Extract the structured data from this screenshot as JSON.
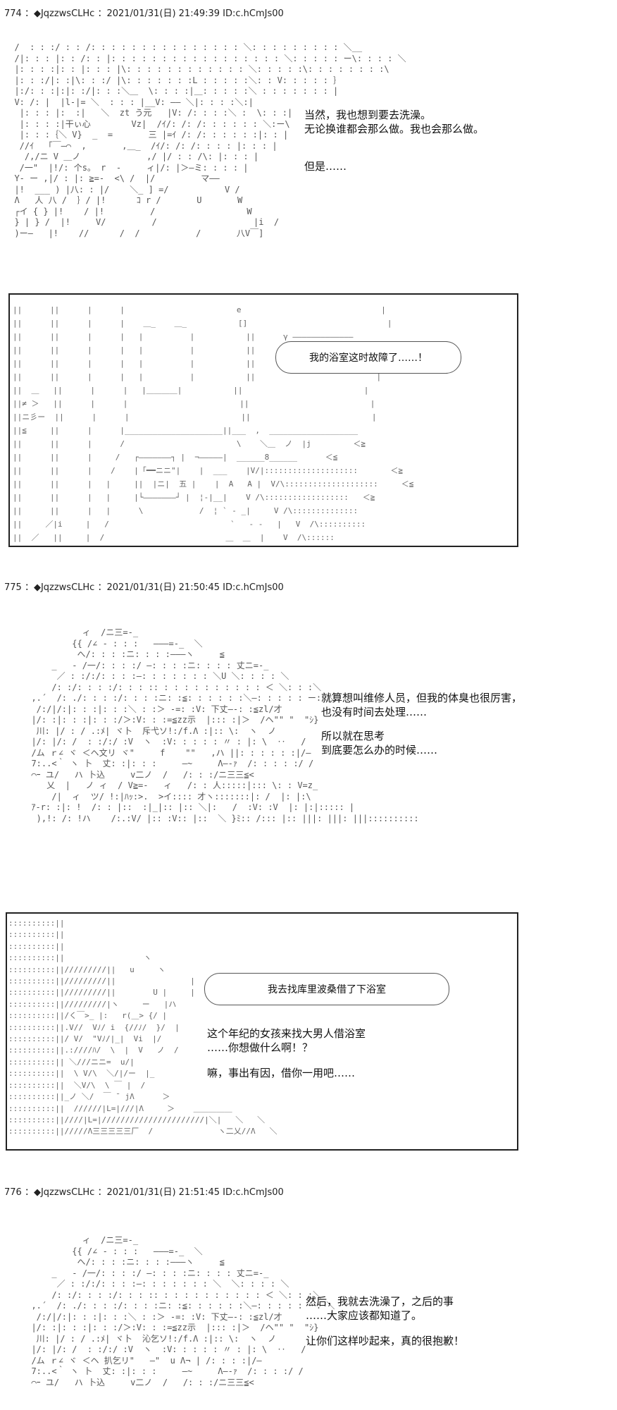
{
  "posts": [
    {
      "header": "774 ：◆JqzzwsCLHc ：2021/01/31(日) 21:49:39 ID:c.hCmJs00",
      "lines": [
        "当然，我也想到要去洗澡。",
        "无论换谁都会那么做。我也会那么做。",
        "但是……"
      ],
      "bubble": "我的浴室这时故障了……！",
      "art_top": "  /  : : :/ : : /: : : : : : : : : : : : : : : ＼: : : : : : : : : ＼__\n  /|: : : |: : /: : |: : : : : : : : : : : : : : : : : ＼: : : : : ー\\: : : : ＼\n  |: : : :|: : |: : : |\\: : : : : : : : : : : : ＼: : : : :\\: : : : : : : :\\\n  |: : :/|: :|\\: : :/ |\\: : : : : : :L : : : : :＼: : V: : : : : ｝\n  |:/: : :|:|: :/|: : :＼＿  \\: : : :|＿: : : : :＼ : : : : : : : |\n  V: /: |  |l-|= ＼  : : : |__V: ―― ＼|: : : :＼:|\n   |: : : |:  :|   ＼  zt う元   |V: /: : : :＼ :  \\: : :|\n   |: : : :|干ぃ心        Vz|  /ｲ/: /: /: : : : : : ＼:ー\\\n   |: : :｛＼ V}  _  =       三 |=ｲ /: /: : : : : :|: : |\n   //ｲ  「￣―⌒  ,       ,＿_  /ｲ/: /: /: : : : |: : : |\n    /,/ニ V ＿ノ             ,/ |/ : : /\\: |: : : |\n   /一\"  |!/: 个s。 r  -     ィ|/: |＞―ミ: : : : |\n  Y- ー ,|/ : |: ≧=-  <\\ /  |/         マ――\n  |!  ___ ) |八: : |/    ＼_ ] =/           V /\n  Λ   人 八 /  ｝/ |!      ｺ r /       U       W\n  ┌イ { } |!    / |!         /                  W\n  } | } /  |!     V/         /                   |i  /\n  )ー―   |!    //      /  /           /       八V￣]",
      "art_panel": "||      ||      |      |                        e                              |\n||      ||      |      |    ＿_    ＿_           []                              |\n||      ||      |      |   |          |           ||      γ ―――――――――――――\n||      ||      |      |   |          |           ||     (                          )\n||      ||      |      |   |          |           ||     乂 ―――――――――――――\n||      ||      |      |   |          |           ||                          |\n||  ＿   ||      |      |   |＿＿＿＿|           ||                          |\n||≠ ＞   ||      |      |                        ||                          |\n||ニ彡ー  ||      |      |                        ||                          |\n||≦     ||      |      |_____________________||___  ,  ___________________\n||      ||      |      /                        \\    ＼＿  ノ  |j         ＜≧\n||      ||      |     /   ┌―――――――┐ |  ¬―――――|  ______8______      ＜≦\n||      ||      |    /    |「━━ニニ\"|    |  ___    |V/|::::::::::::::::::::       ＜≧\n||      ||      |   |     ||  |ニ|  五 |    |  A   A |  V/\\::::::::::::::::::::     ＜≦\n||      ||      |   |     |└―――――――┘ |  ¦-|__|    V /\\::::::::::::::::::   ＜≧\n||      ||      |   |      \\            /  ¦ ` - _|     V /\\::::::::::::::\n||     ／|i     |   /                          `   - -   |   V  /\\::::::::::\n||  ／   ||     |  /                          ＿  ＿  |    V  /\\::::::"
    },
    {
      "header": "775 ：◆JqzzwsCLHc ：2021/01/31(日) 21:50:45 ID:c.hCmJs00",
      "lines": [
        "就算想叫维修人员，但我的体臭也很厉害，",
        "也没有时间去处理……",
        "所以就在思考",
        "到底要怎么办的时候……"
      ],
      "bubble": "我去找库里波桑借了下浴室",
      "lines2": [
        "这个年纪的女孩来找大男人借浴室",
        "……你想做什么啊！？",
        "嘛，事出有因，借你一用吧……"
      ],
      "art_girl": "            ィ  /ニ三=-_\n          {{ /∠ - : : :   ―――=-_  ＼\n           へ/: : : :ニ: : : :―――ヽ     ≦\n      _   - /一/: : : :/ ―: : : :ニ: : : : 丈ニ=-_\n       ／ : :/:/: : : :―: : : : : : : ＼U ＼: : : : ＼\n      /: :/: : : :/: : : :: : : : : : : : : : : ＜ ＼: : :＼\n  ,.´  /: ./: : : :/: : : :ニ: :≦: : : : : :＼―: : : : : ー: ＼\n   /:/|/:|: : :|: : :＼ : :＞ -=: :V: 下丈―-: :≦zl/才\n  |/: :|: : :|: : :/＞:V: : :=≦zz示  |::: :|＞  /ヘ\"\" \"  \"ｼ}\n   川: |/ : / .:ﾒ| ヾ卜  斥弋ソ!:/f.Λ :|:: \\:  ヽ  ノ\n  |/: |/: /  : :/:/ :V  ヽ  :V: : : : : 〃 : |: \\  ‥   /\n  /ム ｒ∠ ヾ ＜ヘ文リ ヾ\"     f    \"\"   ,ハ ||: : : : : :|/―\n  7:..<｀ ヽ 卜  丈: :|: : :     ―~     Λ―-ｧ  /: : : : :/ /\n  ⌒ｰ ユ/   ハ 卜込     v二ノ  /   /: : :/ニ三三≦<\n     乂  |   ノ ィ  / V≧=-   ィ   /: : 人:::::|::: \\: : V=z_\n      /|  ィ  ツ/ !:|ﾊｯ:>.  >イ:::: 才ヽ:::::::|: /  |: |:\\\n  ｱ-r: :|: !  /: : |::  :|_|:: |:: ＼|:   /  :V: :V  |: |:|::::: |\n   ),!: /: !ハ    /:.:V/ |:: :V:: |::  ＼ }ﾐ:: /::: |:: |||: |||: |||::::::::::",
      "art_side": "::::::::::||\n::::::::::||\n::::::::::||\n::::::::::||                 ヽ\n::::::::::||/////////||   u     ヽ\n::::::::::||/////////||                |\n::::::::::||/////////||        U |     |\n::::::::::||/////////|ヽ     ー   |ハ\n::::::::::||/く￣>_ |:   r(＿> {/ |\n::::::::::||.V//  Vﾉ/ i  {//ﾉ/  }/  |\n::::::::::||/ V/  \"Vﾉ/|_|  Vi  |/\n::::::::::||.:////ﾊ/  \\  |  V   ノ  /\n::::::::::|| ＼///ニニ=  u/|\n::::::::::||  \\ V/\\  ＼/|/ー  |_\n::::::::::||  ＼V/\\  \\ ￣ |  /\n::::::::::||_ノ ＼/  ￣ ̄  jΛ      ＞\n::::::::::||  //////|L=|///|Λ     ＞    ＿＿＿＿＿\n::::::::::||////|L=|//////////////////////|＼|   ＼   ＼\n::::::::::||/////Λ三三三三三厂  /              ヽ二乂//Λ   ＼"
    },
    {
      "header": "776 ：◆JqzzwsCLHc ：2021/01/31(日) 21:51:45 ID:c.hCmJs00",
      "lines": [
        "然后，我就去洗澡了，之后的事",
        "……大家应该都知道了。",
        "让你们这样吵起来，真的很抱歉！"
      ],
      "art_girl": "            ィ  /ニ三=-_\n          {{ /∠ - : : :   ―――=-_  ＼\n           へ/: : : :ニ: : : :―――ヽ     ≦\n      _   - /一/: : : :/ ―: : : :ニ: : : : 丈ニ=-_\n       ／ : :/:/: : : :―: : : : : : : ＼  ＼: : : : ＼\n      /: :/: : : :/: : : :: : : : : : : : : : : ＜ ＼: : :＼\n  ,.´  /: ./: : : :/: : : :ニ: :≦: : : : : :＼―: : : : : ー: ＼\n   /:/|/:|: : :|: : :＼ : :＞ -=: :V: 下丈―-: :≦zl/才\n  |/: :|: : :|: : :/＞:V: : :=≦zz示  |::: :|＞  /ヘ\"\" \"  \"ｼ}\n   川: |/ : / .:ﾒ| ヾ卜  沁乞ソ!:/f.Λ :|:: \\:  ヽ  ノ\n  |/: |/: /  : :/:/ :V  ヽ  :V: : : : : 〃 : |: \\  ‥   /\n  /ム ｒ∠ ヾ ＜ヘ 扒乞リ\"   ―\"  u Λ¬ | /: : : :|/―\n  7:..<｀ ヽ 卜  丈: :|: : :     ―~     Λ―-ｧ  /: : : :/ /\n  ⌒ｰ ユ/   ハ 卜込     v二ノ  /   /: : :/ニ三三≦<"
    }
  ]
}
